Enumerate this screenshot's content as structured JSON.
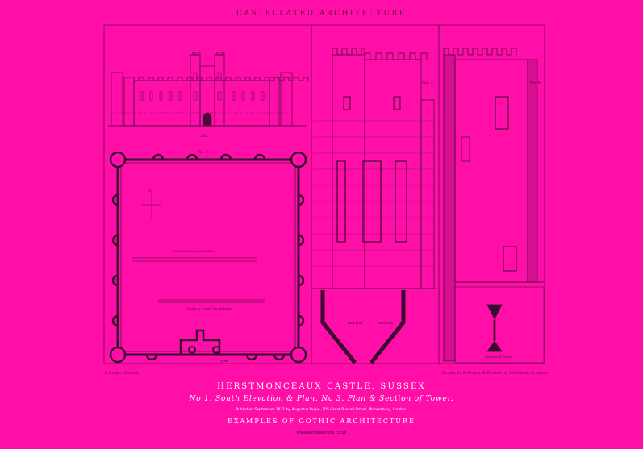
{
  "header": {
    "title": "CASTELLATED ARCHITECTURE"
  },
  "plate": {
    "labels": {
      "elevation_no": "No. 1",
      "plan_no": "No. 2",
      "tower_no": "No. 3",
      "section_no": "No. 4",
      "scale_elevation": "Scale to Elevation & Plan",
      "scale_tower": "Scale to Tower &c. at large",
      "half_plan_left": "Half Plan",
      "half_plan_right": "Half Plan",
      "section_tower": "Section of Tower",
      "plan": "Plan",
      "north": "N"
    }
  },
  "credits": {
    "left": "A.Pugin Director",
    "right": "Drawn by B.Ferrey & Etched by T.Gladwin Sculptor"
  },
  "title": {
    "main": "HERSTMONCEAUX CASTLE, SUSSEX",
    "subtitle": "No 1. South Elevation & Plan. No 3. Plan & Section of Tower.",
    "publisher": "Published September 1831 by Augustus Pugin, 105 Great Russell Street, Bloomsbury, London.",
    "series": "EXAMPLES OF GOTHIC ARCHITECTURE"
  },
  "footer": {
    "site": "www.antiqueprints.co.uk"
  },
  "colors": {
    "background": "#ff0fa8",
    "ink": "#3a0a30",
    "white_text": "#ffffff"
  }
}
